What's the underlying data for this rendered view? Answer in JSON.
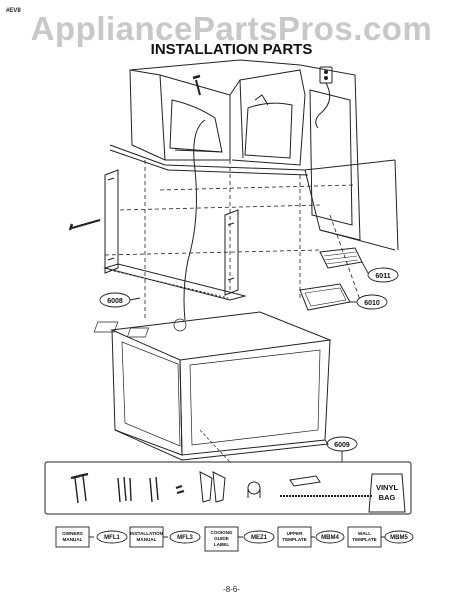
{
  "header": {
    "corner_label": "#EV8",
    "watermark": "AppliancePartsPros.com",
    "title": "INSTALLATION PARTS"
  },
  "callouts": {
    "c6011": "6011",
    "c6010": "6010",
    "c6008": "6008",
    "c6009": "6009"
  },
  "kit": {
    "bag_line1": "VINYL",
    "bag_line2": "BAG"
  },
  "docs": [
    {
      "line1": "OWNERS",
      "line2": "MANUAL",
      "line3": "",
      "code": "MFL1"
    },
    {
      "line1": "INSTALLATION",
      "line2": "MANUAL",
      "line3": "",
      "code": "MFL3"
    },
    {
      "line1": "COOKING",
      "line2": "GUIDE",
      "line3": "LABEL",
      "code": "MEZ1"
    },
    {
      "line1": "UPPER",
      "line2": "TEMPLATE",
      "line3": "",
      "code": "MBM4"
    },
    {
      "line1": "WALL",
      "line2": "TEMPLATE",
      "line3": "",
      "code": "MBM5"
    }
  ],
  "footer": {
    "page_number": "-8-6-"
  }
}
